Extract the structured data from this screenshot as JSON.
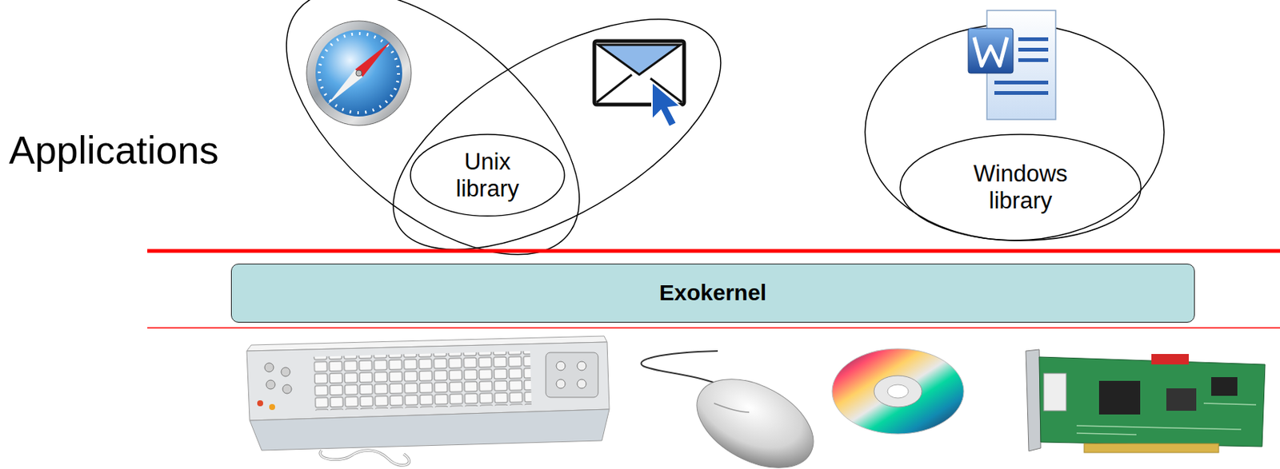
{
  "diagram": {
    "nodes": [
      {
        "text": [
          "Unix library"
        ]
      },
      {
        "text": [
          "Windows library"
        ]
      },
      {
        "text": [
          "Exokernel"
        ]
      }
    ],
    "labels": [
      "Applications"
    ]
  }
}
